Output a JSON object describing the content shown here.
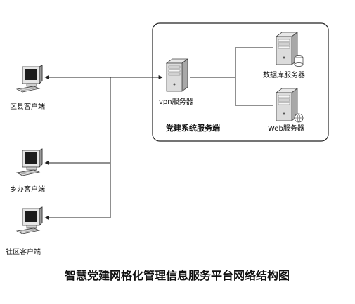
{
  "diagram": {
    "title": "智慧党建网格化管理信息服务平台网络结构图",
    "server_group_label": "党建系统服务端",
    "nodes": {
      "vpn": "vpn服务器",
      "db": "数据库服务器",
      "web": "Web服务器",
      "county": "区县客户端",
      "town": "乡办客户端",
      "community": "社区客户端"
    },
    "icons": {
      "vpn": "server-icon",
      "db": "database-server-icon",
      "web": "web-server-icon",
      "client": "desktop-computer-icon"
    }
  }
}
